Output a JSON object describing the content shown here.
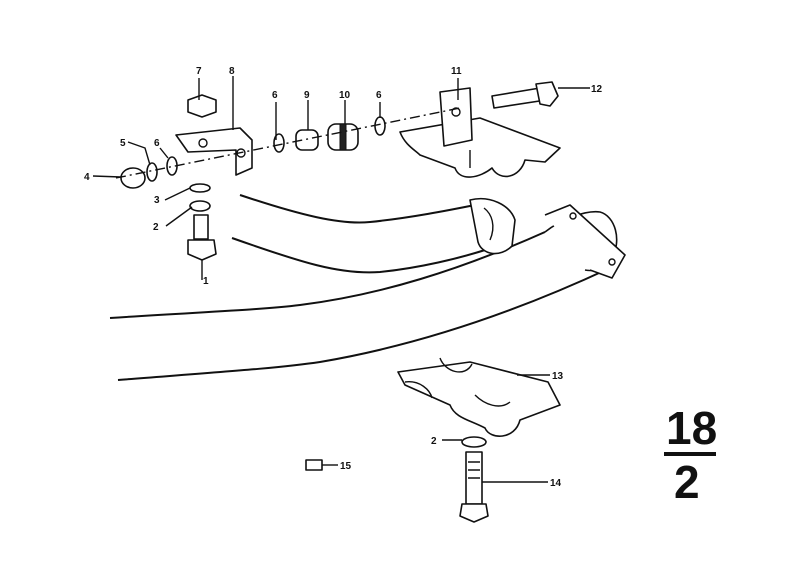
{
  "diagram": {
    "group_number": "18",
    "sub_number": "2",
    "callouts": [
      {
        "id": "c1",
        "label": "1"
      },
      {
        "id": "c2",
        "label": "2"
      },
      {
        "id": "c3",
        "label": "3"
      },
      {
        "id": "c4",
        "label": "4"
      },
      {
        "id": "c5",
        "label": "5"
      },
      {
        "id": "c6a",
        "label": "6"
      },
      {
        "id": "c6b",
        "label": "6"
      },
      {
        "id": "c6c",
        "label": "6"
      },
      {
        "id": "c7",
        "label": "7"
      },
      {
        "id": "c8",
        "label": "8"
      },
      {
        "id": "c9",
        "label": "9"
      },
      {
        "id": "c10",
        "label": "10"
      },
      {
        "id": "c11",
        "label": "11"
      },
      {
        "id": "c12",
        "label": "12"
      },
      {
        "id": "c13",
        "label": "13"
      },
      {
        "id": "c2b",
        "label": "2"
      },
      {
        "id": "c14",
        "label": "14"
      },
      {
        "id": "c15",
        "label": "15"
      }
    ]
  }
}
